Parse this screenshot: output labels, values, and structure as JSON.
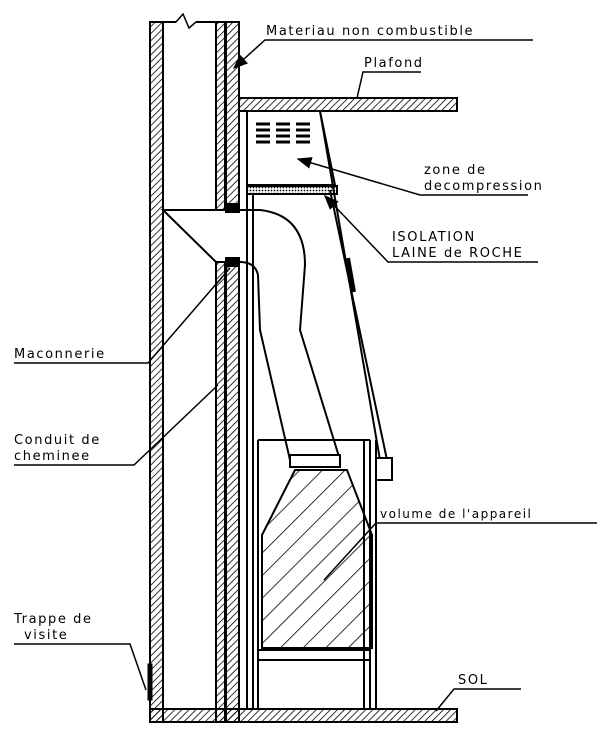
{
  "labels": {
    "material": "Materiau non combustible",
    "ceiling": "Plafond",
    "decompression_1": "zone de",
    "decompression_2": "decompression",
    "insulation_1": "ISOLATION",
    "insulation_2": "LAINE de ROCHE",
    "masonry": "Maconnerie",
    "flue_1": "Conduit de",
    "flue_2": "cheminee",
    "appliance_volume": "volume de l'appareil",
    "hatch_1": "Trappe de",
    "hatch_2": "visite",
    "floor": "SOL"
  },
  "colors": {
    "line": "#000000",
    "background": "#ffffff"
  }
}
